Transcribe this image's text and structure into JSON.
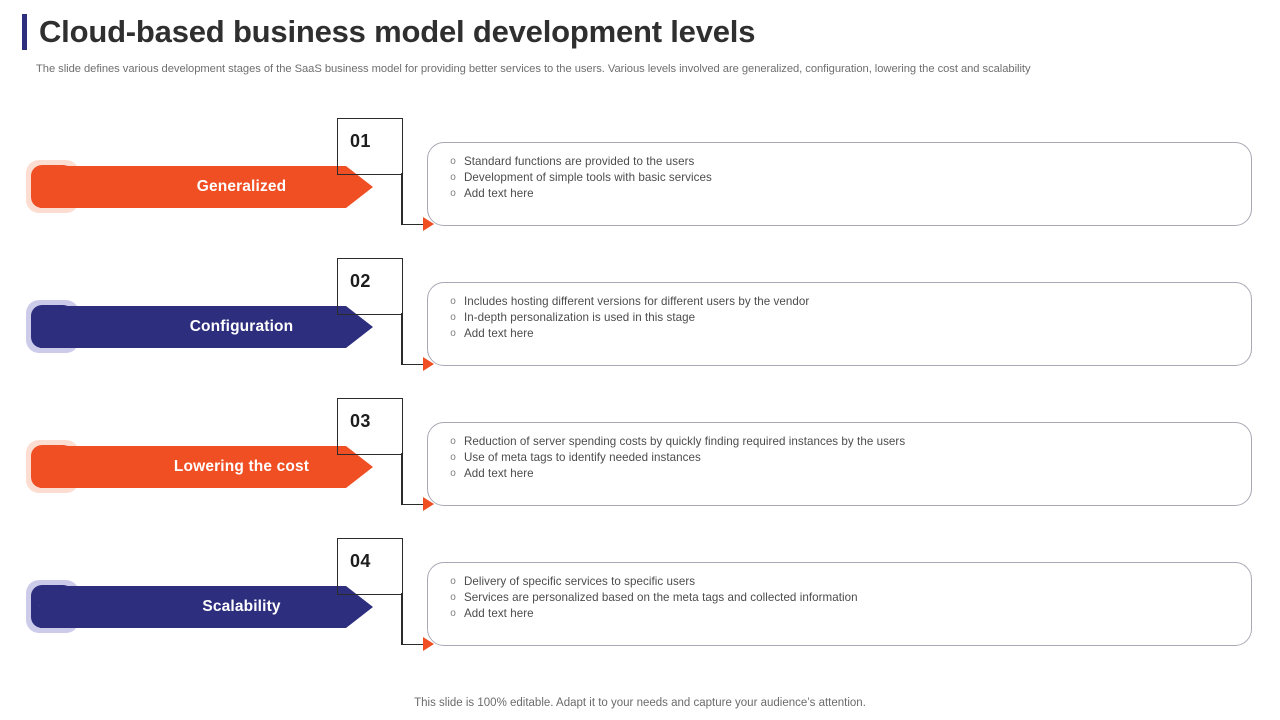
{
  "header": {
    "title": "Cloud-based business model development levels",
    "subtitle": "The slide defines various development stages of the SaaS business model for providing better services to the users. Various levels involved are generalized, configuration, lowering the cost and scalability"
  },
  "colors": {
    "orange": "#F04E23",
    "orange_light": "#FBDDD2",
    "navy": "#2E2E7F",
    "navy_light": "#CCCCEA",
    "card_border": "#A9A9B5",
    "text_body": "#4C4C4C",
    "title": "#2F2F2F"
  },
  "bullet_symbol": "o",
  "levels": [
    {
      "number": "01",
      "label": "Generalized",
      "theme": "orange",
      "icon": "user-network-icon",
      "bullets": [
        "Standard functions are provided to the users",
        "Development  of simple tools with basic services",
        "Add text here"
      ]
    },
    {
      "number": "02",
      "label": "Configuration",
      "theme": "navy",
      "icon": "monitor-code-gear-icon",
      "bullets": [
        "Includes hosting different versions for different users by the vendor",
        "In-depth personalization is used in this stage",
        "Add text here"
      ]
    },
    {
      "number": "03",
      "label": "Lowering the cost",
      "theme": "orange",
      "icon": "gear-dollar-cost-icon",
      "bullets": [
        "Reduction of server spending costs by quickly finding required instances by the users",
        "Use of meta tags to identify needed instances",
        "Add text here"
      ]
    },
    {
      "number": "04",
      "label": "Scalability",
      "theme": "navy",
      "icon": "cube-expand-arrows-icon",
      "bullets": [
        "Delivery of specific services to specific users",
        "Services are personalized based on the meta tags and collected information",
        "Add text here"
      ]
    }
  ],
  "footer": {
    "note": "This slide is 100% editable. Adapt it to your needs and capture your audience’s attention."
  }
}
